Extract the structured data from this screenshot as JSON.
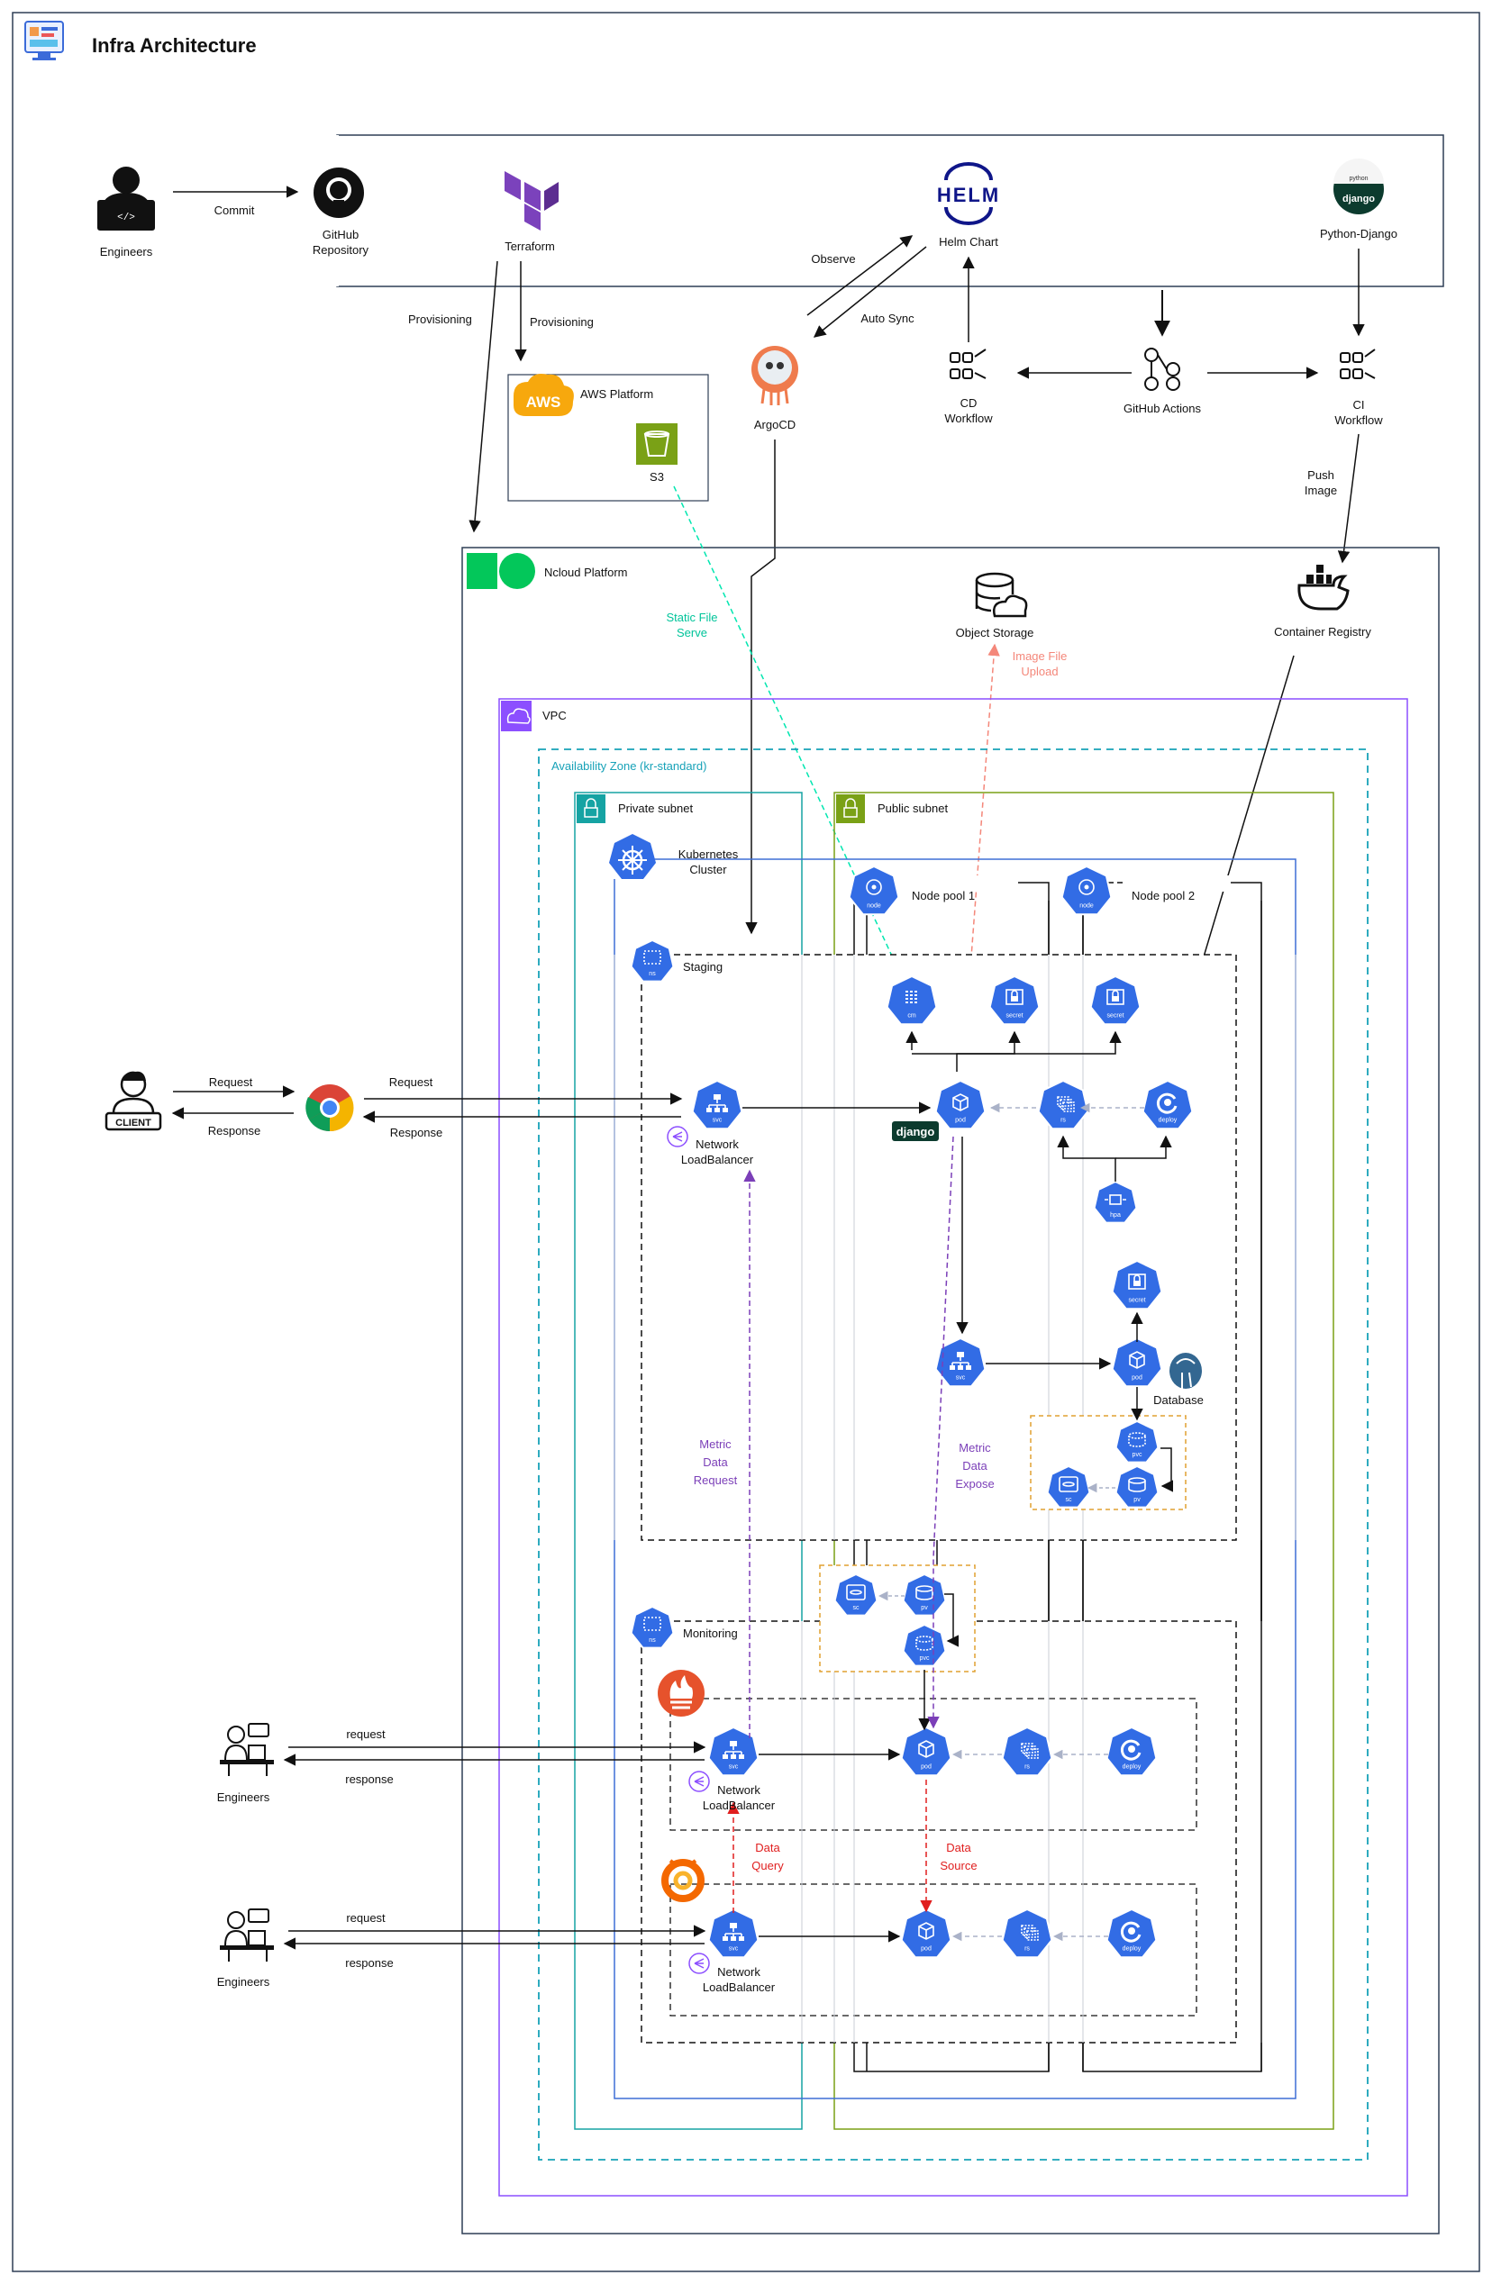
{
  "title": "Infra Architecture",
  "labels": {
    "engineers_top": "Engineers",
    "commit": "Commit",
    "github_repo": [
      "GitHub",
      "Repository"
    ],
    "terraform": "Terraform",
    "provisioning_a": "Provisioning",
    "provisioning_b": "Provisioning",
    "aws_platform": "AWS Platform",
    "aws_logo": "AWS",
    "s3": "S3",
    "helm_logo": "HELM",
    "helm_chart": "Helm Chart",
    "observe": "Observe",
    "auto_sync": "Auto Sync",
    "argocd": "ArgoCD",
    "python_django": "Python-Django",
    "python_badge": "python",
    "django_badge": "django",
    "cd_workflow": [
      "CD",
      "Workflow"
    ],
    "github_actions": "GitHub Actions",
    "ci_workflow": [
      "CI",
      "Workflow"
    ],
    "push_image": [
      "Push",
      "Image"
    ],
    "ncloud_platform": "Ncloud Platform",
    "object_storage": "Object Storage",
    "image_file_upload": [
      "Image File",
      "Upload"
    ],
    "container_registry": "Container Registry",
    "static_file_serve": [
      "Static File",
      "Serve"
    ],
    "vpc": "VPC",
    "availability_zone": "Availability Zone (kr-standard)",
    "private_subnet": "Private subnet",
    "public_subnet": "Public subnet",
    "kubernetes_cluster": [
      "Kubernetes",
      "Cluster"
    ],
    "node_pool_1": "Node pool 1",
    "node_pool_2": "Node pool 2",
    "staging": "Staging",
    "monitoring": "Monitoring",
    "client": "CLIENT",
    "request": "Request",
    "response": "Response",
    "request_lc": "request",
    "response_lc": "response",
    "network_lb": [
      "Network",
      "LoadBalancer"
    ],
    "django_tag": "django",
    "database": "Database",
    "metric_data_request": [
      "Metric",
      "Data",
      "Request"
    ],
    "metric_data_expose": [
      "Metric",
      "Data",
      "Expose"
    ],
    "data_query": [
      "Data",
      "Query"
    ],
    "data_source": [
      "Data",
      "Source"
    ],
    "engineers": "Engineers"
  },
  "k8s_icons": {
    "node": "node",
    "cm": "cm",
    "secret": "secret",
    "pod": "pod",
    "rs": "rs",
    "deploy": "deploy",
    "svc": "svc",
    "hpa": "hpa",
    "pvc": "pvc",
    "pv": "pv",
    "sc": "sc",
    "ns": "ns"
  },
  "colors": {
    "k8s_blue": "#326CE5",
    "vpc_purple": "#8C4FFF",
    "az_teal": "#17A2B8",
    "private_teal": "#16A3A3",
    "public_green": "#7AA116",
    "cluster_blue": "#3F6FD6",
    "static_serve": "#00E6B0",
    "image_upload": "#F4877A",
    "metric_purple": "#7B3FB8",
    "data_red": "#E01E1E",
    "storage_orange": "#E0A030",
    "aws_orange": "#F7A80D",
    "s3_green": "#7AA116",
    "terraform_purple": "#7B42BC",
    "helm_navy": "#0F1689",
    "ncloud_green": "#03C75A"
  }
}
